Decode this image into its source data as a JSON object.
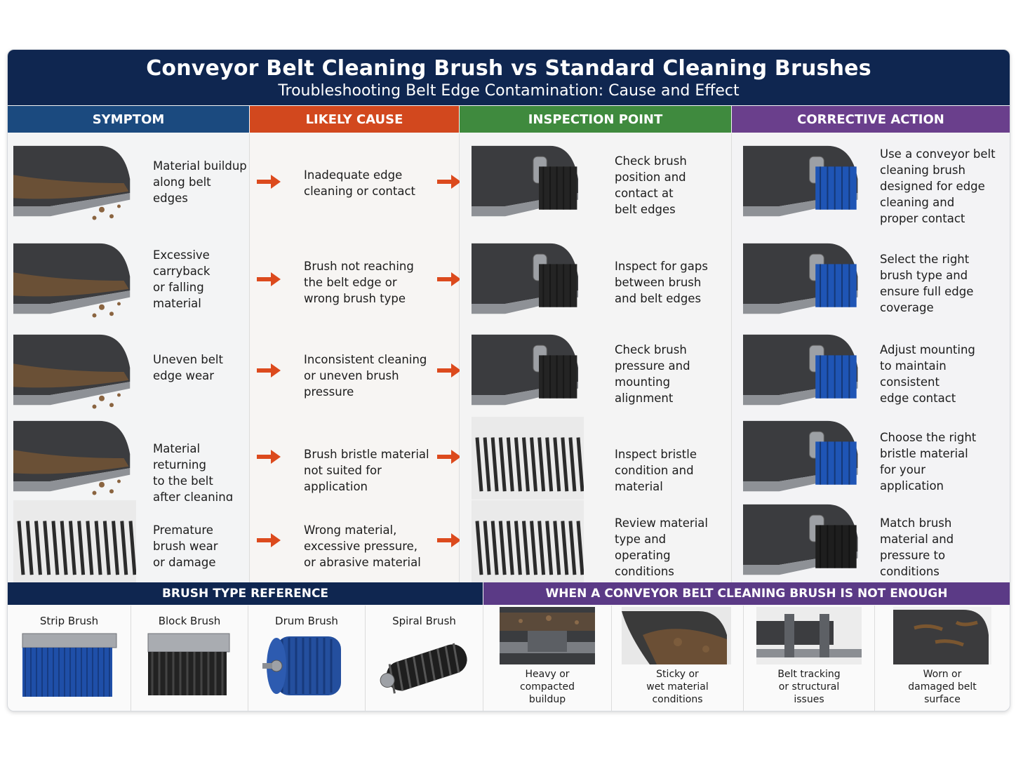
{
  "title": "Conveyor Belt Cleaning Brush vs Standard Cleaning Brushes",
  "subtitle": "Troubleshooting Belt Edge Contamination: Cause and Effect",
  "columns": [
    {
      "label": "SYMPTOM",
      "color": "#1b4a7f"
    },
    {
      "label": "LIKELY CAUSE",
      "color": "#d2481e"
    },
    {
      "label": "INSPECTION POINT",
      "color": "#3f8a3e"
    },
    {
      "label": "CORRECTIVE ACTION",
      "color": "#6a3f8c"
    }
  ],
  "rows": [
    {
      "symptom": "Material buildup\nalong belt edges",
      "cause": "Inadequate edge\ncleaning or contact",
      "inspection": "Check brush\nposition and\ncontact at\nbelt edges",
      "action": "Use a conveyor belt\ncleaning brush\ndesigned for edge\ncleaning and\nproper contact"
    },
    {
      "symptom": "Excessive\ncarryback\nor falling\nmaterial",
      "cause": "Brush not reaching\nthe belt edge or\nwrong brush type",
      "inspection": "Inspect for gaps\nbetween brush\nand belt edges",
      "action": "Select the right\nbrush type and\nensure full edge\ncoverage"
    },
    {
      "symptom": "Uneven belt\nedge wear",
      "cause": "Inconsistent cleaning\nor uneven brush\npressure",
      "inspection": "Check brush\npressure and\nmounting\nalignment",
      "action": "Adjust mounting\nto maintain\nconsistent\nedge contact"
    },
    {
      "symptom": "Material returning\nto the belt\nafter cleaning",
      "cause": "Brush bristle material\nnot suited for\napplication",
      "inspection": "Inspect bristle\ncondition and\nmaterial",
      "action": "Choose the right\nbristle material\nfor your\napplication"
    },
    {
      "symptom": "Premature\nbrush wear\nor damage",
      "cause": "Wrong material,\nexcessive pressure,\nor abrasive material",
      "inspection": "Review material\ntype and\noperating\nconditions",
      "action": "Match brush\nmaterial and\npressure to\nconditions"
    }
  ],
  "reference": {
    "title": "BRUSH TYPE REFERENCE",
    "color": "#0f2650",
    "items": [
      "Strip Brush",
      "Block Brush",
      "Drum Brush",
      "Spiral Brush"
    ]
  },
  "not_enough": {
    "title": "WHEN A CONVEYOR BELT CLEANING BRUSH IS NOT ENOUGH",
    "color": "#5b3a86",
    "items": [
      "Heavy or\ncompacted\nbuildup",
      "Sticky or\nwet material\nconditions",
      "Belt tracking\nor structural\nissues",
      "Worn or\ndamaged belt\nsurface"
    ]
  }
}
